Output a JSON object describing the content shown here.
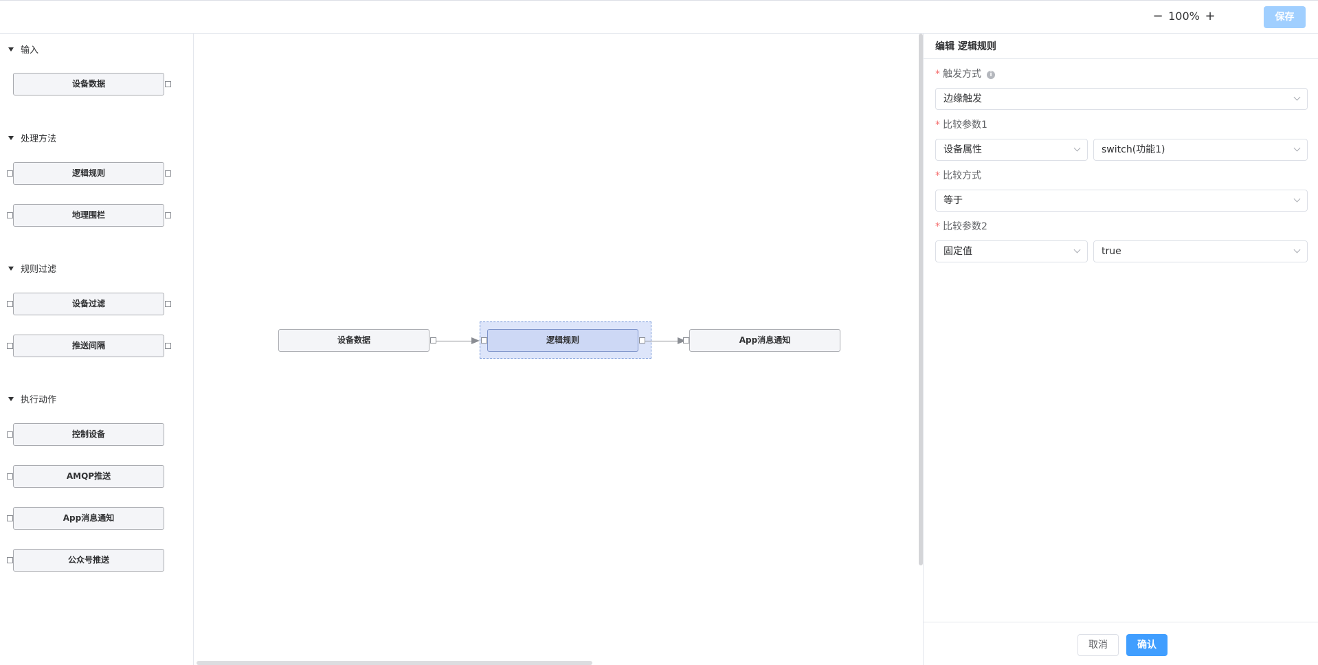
{
  "toolbar": {
    "zoom_out": "−",
    "zoom_level": "100%",
    "zoom_in": "+",
    "save_label": "保存"
  },
  "palette": {
    "groups": [
      {
        "title": "输入",
        "items": [
          "设备数据"
        ]
      },
      {
        "title": "处理方法",
        "items": [
          "逻辑规则",
          "地理围栏"
        ]
      },
      {
        "title": "规则过滤",
        "items": [
          "设备过滤",
          "推送间隔"
        ]
      },
      {
        "title": "执行动作",
        "items": [
          "控制设备",
          "AMQP推送",
          "App消息通知",
          "公众号推送"
        ]
      }
    ]
  },
  "canvas": {
    "nodes": [
      "设备数据",
      "逻辑规则",
      "App消息通知"
    ]
  },
  "panel": {
    "title": "编辑 逻辑规则",
    "fields": [
      {
        "label": "触发方式",
        "values": [
          "边缘触发"
        ]
      },
      {
        "label": "比较参数1",
        "values": [
          "设备属性",
          "switch(功能1)"
        ]
      },
      {
        "label": "比较方式",
        "values": [
          "等于"
        ]
      },
      {
        "label": "比较参数2",
        "values": [
          "固定值",
          "true"
        ]
      }
    ],
    "info_icon": "i",
    "required_mark": "*",
    "cancel_label": "取消",
    "confirm_label": "确认"
  },
  "colors": {
    "accent": "#409eff",
    "save_disabled": "#a0cfff",
    "selection": "#dde5fa",
    "required": "#f56c6c"
  }
}
